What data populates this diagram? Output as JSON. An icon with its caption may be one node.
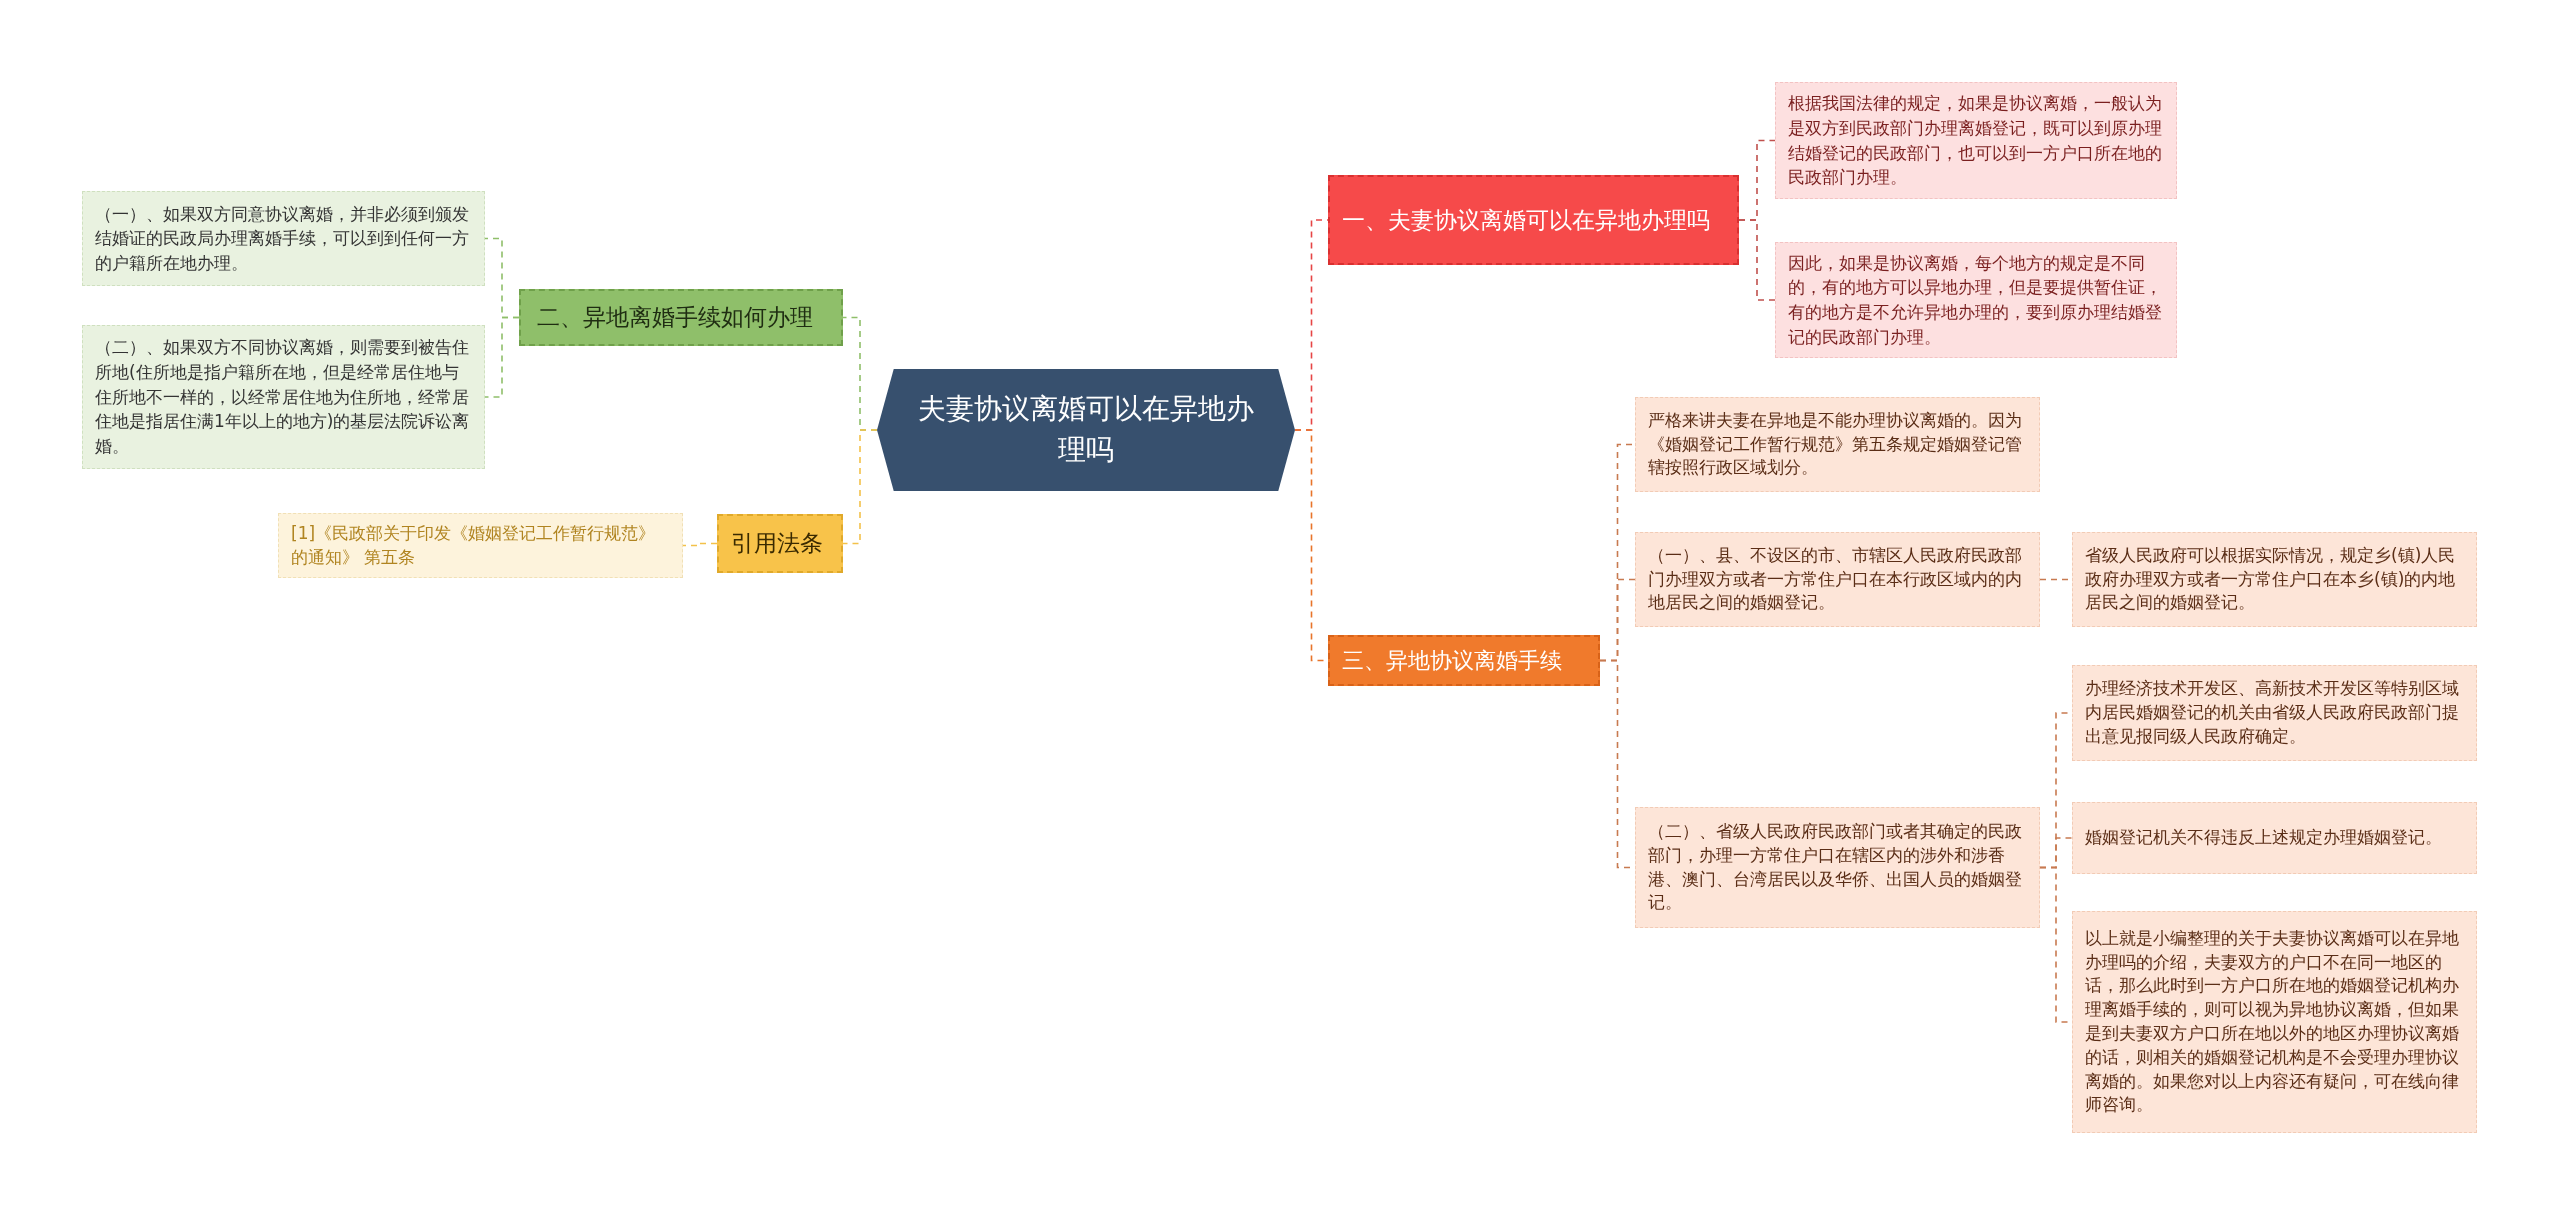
{
  "diagram": {
    "nodes": [
      {
        "text": [
          "夫妻协议离婚可以在异地办理吗"
        ]
      },
      {
        "text": [
          "二、异地离婚手续如何办理"
        ]
      },
      {
        "text": [
          "（一）、如果双方同意协议离婚，并非必须到颁发结婚证的民政局办理离婚手续，可以到到任何一方的户籍所在地办理。"
        ]
      },
      {
        "text": [
          "（二）、如果双方不同协议离婚，则需要到被告住所地(住所地是指户籍所在地，但是经常居住地与住所地不一样的，以经常居住地为住所地，经常居住地是指居住满1年以上的地方)的基层法院诉讼离婚。"
        ]
      },
      {
        "text": [
          "引用法条"
        ]
      },
      {
        "text": [
          "[1]《民政部关于印发《婚姻登记工作暂行规范》的通知》 第五条"
        ]
      },
      {
        "text": [
          "一、夫妻协议离婚可以在异地办理吗"
        ]
      },
      {
        "text": [
          "根据我国法律的规定，如果是协议离婚，一般认为是双方到民政部门办理离婚登记，既可以到原办理结婚登记的民政部门，也可以到一方户口所在地的民政部门办理。"
        ]
      },
      {
        "text": [
          "因此，如果是协议离婚，每个地方的规定是不同的，有的地方可以异地办理，但是要提供暂住证，有的地方是不允许异地办理的，要到原办理结婚登记的民政部门办理。"
        ]
      },
      {
        "text": [
          "三、异地协议离婚手续"
        ]
      },
      {
        "text": [
          "严格来讲夫妻在异地是不能办理协议离婚的。因为《婚姻登记工作暂行规范》第五条规定婚姻登记管辖按照行政区域划分。"
        ]
      },
      {
        "text": [
          "（一）、县、不设区的市、市辖区人民政府民政部门办理双方或者一方常住户口在本行政区域内的内地居民之间的婚姻登记。"
        ]
      },
      {
        "text": [
          "省级人民政府可以根据实际情况，规定乡(镇)人民政府办理双方或者一方常住户口在本乡(镇)的内地居民之间的婚姻登记。"
        ]
      },
      {
        "text": [
          "（二）、省级人民政府民政部门或者其确定的民政部门，办理一方常住户口在辖区内的涉外和涉香港、澳门、台湾居民以及华侨、出国人员的婚姻登记。"
        ]
      },
      {
        "text": [
          "办理经济技术开发区、高新技术开发区等特别区域内居民婚姻登记的机关由省级人民政府民政部门提出意见报同级人民政府确定。"
        ]
      },
      {
        "text": [
          "婚姻登记机关不得违反上述规定办理婚姻登记。"
        ]
      },
      {
        "text": [
          "以上就是小编整理的关于夫妻协议离婚可以在异地办理吗的介绍，夫妻双方的户口不在同一地区的话，那么此时到一方户口所在地的婚姻登记机构办理离婚手续的，则可以视为异地协议离婚，但如果是到夫妻双方户口所在地以外的地区办理协议离婚的话，则相关的婚姻登记机构是不会受理办理协议离婚的。如果您对以上内容还有疑问，可在线向律师咨询。"
        ]
      }
    ],
    "edges": [
      {
        "from": 0,
        "to": 1,
        "arrow": "none",
        "style": "dashed",
        "color": "#8fbf6a"
      },
      {
        "from": 1,
        "to": 2,
        "arrow": "none",
        "style": "dashed",
        "color": "#8fbf6a"
      },
      {
        "from": 1,
        "to": 3,
        "arrow": "none",
        "style": "dashed",
        "color": "#8fbf6a"
      },
      {
        "from": 0,
        "to": 4,
        "arrow": "none",
        "style": "dashed",
        "color": "#f3c14a"
      },
      {
        "from": 4,
        "to": 5,
        "arrow": "none",
        "style": "dashed",
        "color": "#f3c14a"
      },
      {
        "from": 0,
        "to": 6,
        "arrow": "none",
        "style": "dashed",
        "color": "#e64545"
      },
      {
        "from": 6,
        "to": 7,
        "arrow": "none",
        "style": "dashed",
        "color": "#c0504d"
      },
      {
        "from": 6,
        "to": 8,
        "arrow": "none",
        "style": "dashed",
        "color": "#c0504d"
      },
      {
        "from": 0,
        "to": 9,
        "arrow": "none",
        "style": "dashed",
        "color": "#e8742a"
      },
      {
        "from": 9,
        "to": 10,
        "arrow": "none",
        "style": "dashed",
        "color": "#c87a50"
      },
      {
        "from": 9,
        "to": 11,
        "arrow": "none",
        "style": "dashed",
        "color": "#c87a50"
      },
      {
        "from": 9,
        "to": 13,
        "arrow": "none",
        "style": "dashed",
        "color": "#c87a50"
      },
      {
        "from": 11,
        "to": 12,
        "arrow": "none",
        "style": "dashed",
        "color": "#c87a50"
      },
      {
        "from": 13,
        "to": 14,
        "arrow": "none",
        "style": "dashed",
        "color": "#c87a50"
      },
      {
        "from": 13,
        "to": 15,
        "arrow": "none",
        "style": "dashed",
        "color": "#c87a50"
      },
      {
        "from": 13,
        "to": 16,
        "arrow": "none",
        "style": "dashed",
        "color": "#c87a50"
      }
    ]
  }
}
